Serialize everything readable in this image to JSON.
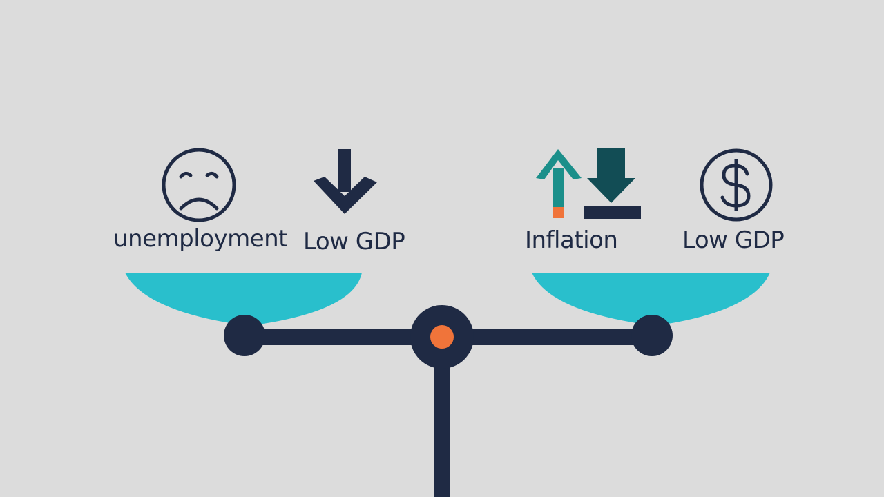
{
  "colors": {
    "background": "#dcdcdc",
    "navy": "#1f2a44",
    "teal_pan": "#29bfcc",
    "teal_arrow": "#1b8f8a",
    "dark_teal": "#124d55",
    "orange": "#f0743a",
    "text": "#1f2a44"
  },
  "left_pan": {
    "items": [
      {
        "icon": "sad-face-icon",
        "label": "unemployment"
      },
      {
        "icon": "arrow-down-icon",
        "label": "Low GDP"
      }
    ]
  },
  "right_pan": {
    "items": [
      {
        "icon": "arrows-up-down-icon",
        "label": "Inflation"
      },
      {
        "icon": "dollar-circle-icon",
        "label": "Low GDP"
      }
    ]
  }
}
